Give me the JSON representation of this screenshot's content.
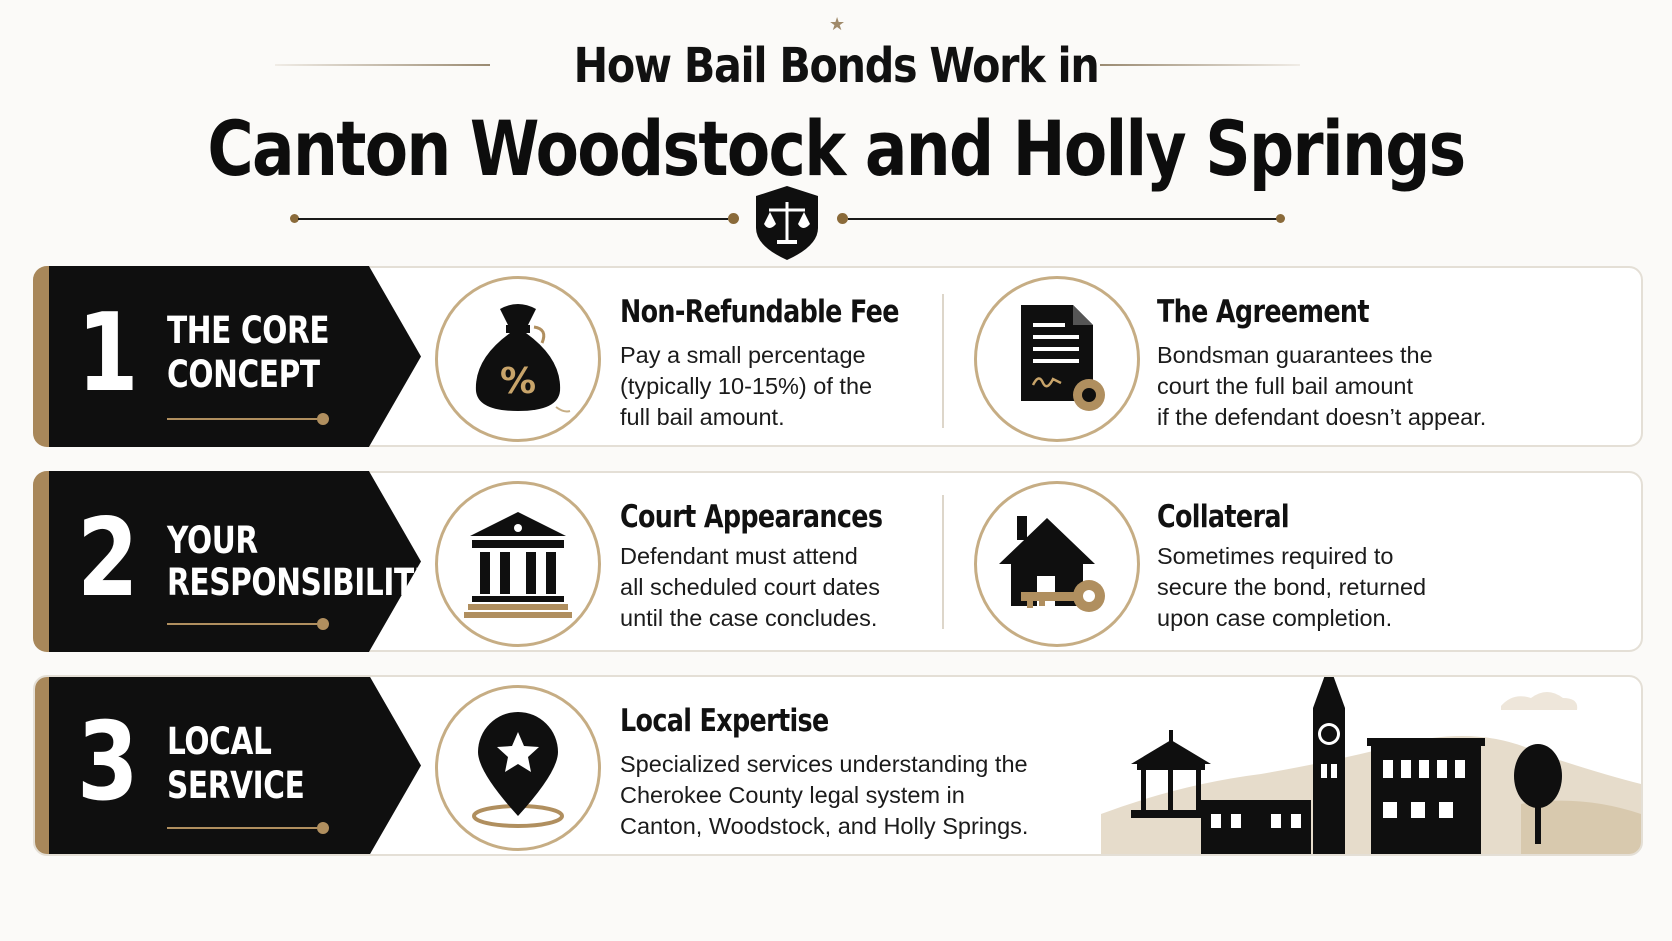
{
  "header": {
    "title_line1": "How Bail Bonds Work in",
    "title_line2": "Canton Woodstock and Holly Springs"
  },
  "colors": {
    "accent": "#a8875a",
    "dark": "#0f0f0f",
    "background": "#fbfaf8"
  },
  "sections": [
    {
      "number": "1",
      "title_line1": "THE CORE",
      "title_line2": "CONCEPT",
      "items": [
        {
          "icon": "money-bag-percent-icon",
          "title": "Non-Refundable Fee",
          "desc": [
            "Pay a small percentage",
            "(typically 10-15%) of the",
            "full bail amount."
          ]
        },
        {
          "icon": "signed-document-seal-icon",
          "title": "The Agreement",
          "desc": [
            "Bondsman guarantees the",
            "court the full bail amount",
            "if the defendant doesn’t appear."
          ]
        }
      ]
    },
    {
      "number": "2",
      "title_line1": "YOUR",
      "title_line2": "RESPONSIBILITIES",
      "items": [
        {
          "icon": "courthouse-icon",
          "title": "Court Appearances",
          "desc": [
            "Defendant must attend",
            "all scheduled court dates",
            "until the case concludes."
          ]
        },
        {
          "icon": "house-key-icon",
          "title": "Collateral",
          "desc": [
            "Sometimes required to",
            "secure the bond, returned",
            "upon case completion."
          ]
        }
      ]
    },
    {
      "number": "3",
      "title_line1": "LOCAL",
      "title_line2": "SERVICE",
      "items": [
        {
          "icon": "map-pin-star-icon",
          "title": "Local Expertise",
          "desc": [
            "Specialized services understanding the",
            "Cherokee County legal system in",
            "Canton, Woodstock, and Holly Springs."
          ]
        }
      ]
    }
  ]
}
